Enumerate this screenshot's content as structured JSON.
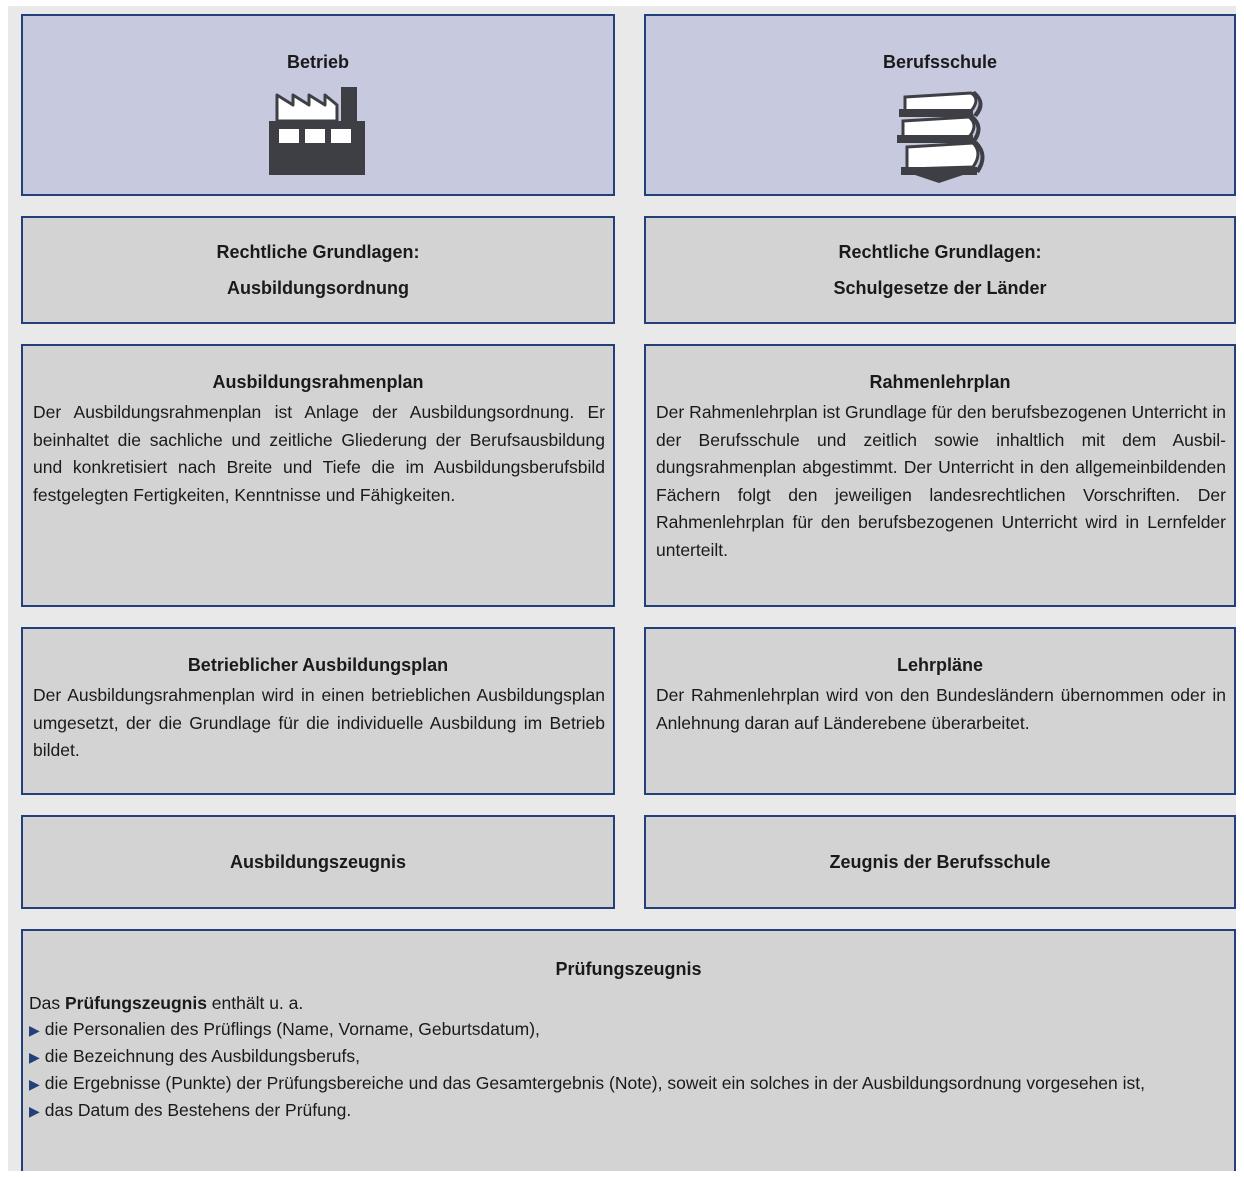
{
  "left": {
    "header": {
      "title": "Betrieb",
      "icon": "factory-icon"
    },
    "legal": {
      "line1": "Rechtliche Grundlagen:",
      "line2": "Ausbildungsordnung"
    },
    "plan": {
      "title": "Ausbildungsrahmenplan",
      "text": "Der Ausbildungsrahmenplan ist Anlage der Ausbildungsordnung. Er beinhaltet die sachliche und zeitliche Gliederung der Berufsausbil­dung und konkretisiert nach Breite und Tiefe die im Ausbildungs­berufsbild festgelegten Fertigkeiten, Kenntnisse und Fähigkeiten."
    },
    "company_plan": {
      "title": "Betrieblicher Ausbildungsplan",
      "text": "Der Ausbildungsrahmenplan wird in einen betrieblichen Ausbil­dungsplan umgesetzt, der die Grundlage für die individuelle Aus­bildung im Betrieb bildet."
    },
    "certificate": "Ausbildungszeugnis"
  },
  "right": {
    "header": {
      "title": "Berufsschule",
      "icon": "books-icon"
    },
    "legal": {
      "line1": "Rechtliche Grundlagen:",
      "line2": "Schulgesetze der Länder"
    },
    "plan": {
      "title": "Rahmenlehrplan",
      "text": "Der Rahmenlehrplan ist Grundlage für den berufsbezogenen Unter­richt in der Berufsschule und zeitlich sowie inhaltlich mit dem Ausbil­dungsrahmenplan abgestimmt. Der Unterricht in den allgemeinbil­denden Fächern folgt den jeweiligen landesrechtlichen Vorschriften. Der Rahmenlehrplan für den berufsbezogenen Unterricht wird in Lernfelder unterteilt."
    },
    "curricula": {
      "title": "Lehrpläne",
      "text": "Der Rahmenlehrplan wird von den Bundesländern übernommen oder in Anlehnung daran auf Länderebene überarbeitet."
    },
    "certificate": "Zeugnis der Berufsschule"
  },
  "exam": {
    "title": "Prüfungszeugnis",
    "intro_pre": "Das ",
    "intro_bold": "Prüfungszeugnis",
    "intro_post": " enthält u. a.",
    "items": [
      "die Personalien des Prüflings (Name, Vorname, Geburtsdatum),",
      "die Bezeichnung des Ausbildungsberufs,",
      "die Ergebnisse (Punkte) der Prüfungsbereiche und das Gesamtergebnis (Note), soweit ein solches in der Ausbildungsordnung vorgesehen ist,",
      "das Datum des Bestehens der Prüfung."
    ]
  },
  "colors": {
    "border": "#23407a",
    "header_fill": "#c7cadf",
    "box_fill": "#d3d3d3",
    "background": "#e9e9ea"
  }
}
